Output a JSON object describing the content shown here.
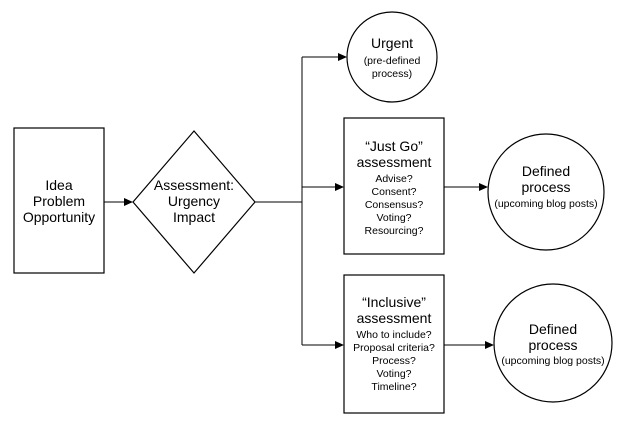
{
  "idea_box": {
    "lines": [
      "Idea",
      "Problem",
      "Opportunity"
    ]
  },
  "assessment_diamond": {
    "lines": [
      "Assessment:",
      "Urgency",
      "Impact"
    ]
  },
  "urgent_circle": {
    "title": "Urgent",
    "lines": [
      "(pre-defined",
      "process)"
    ]
  },
  "just_go_box": {
    "title_lines": [
      "“Just Go”",
      "assessment"
    ],
    "items": [
      "Advise?",
      "Consent?",
      "Consensus?",
      "Voting?",
      "Resourcing?"
    ]
  },
  "inclusive_box": {
    "title_lines": [
      "“Inclusive”",
      "assessment"
    ],
    "items": [
      "Who to include?",
      "Proposal criteria?",
      "Process?",
      "Voting?",
      "Timeline?"
    ]
  },
  "defined_circle_1": {
    "title_lines": [
      "Defined",
      "process"
    ],
    "note": "(upcoming blog posts)"
  },
  "defined_circle_2": {
    "title_lines": [
      "Defined",
      "process"
    ],
    "note": "(upcoming blog posts)"
  }
}
